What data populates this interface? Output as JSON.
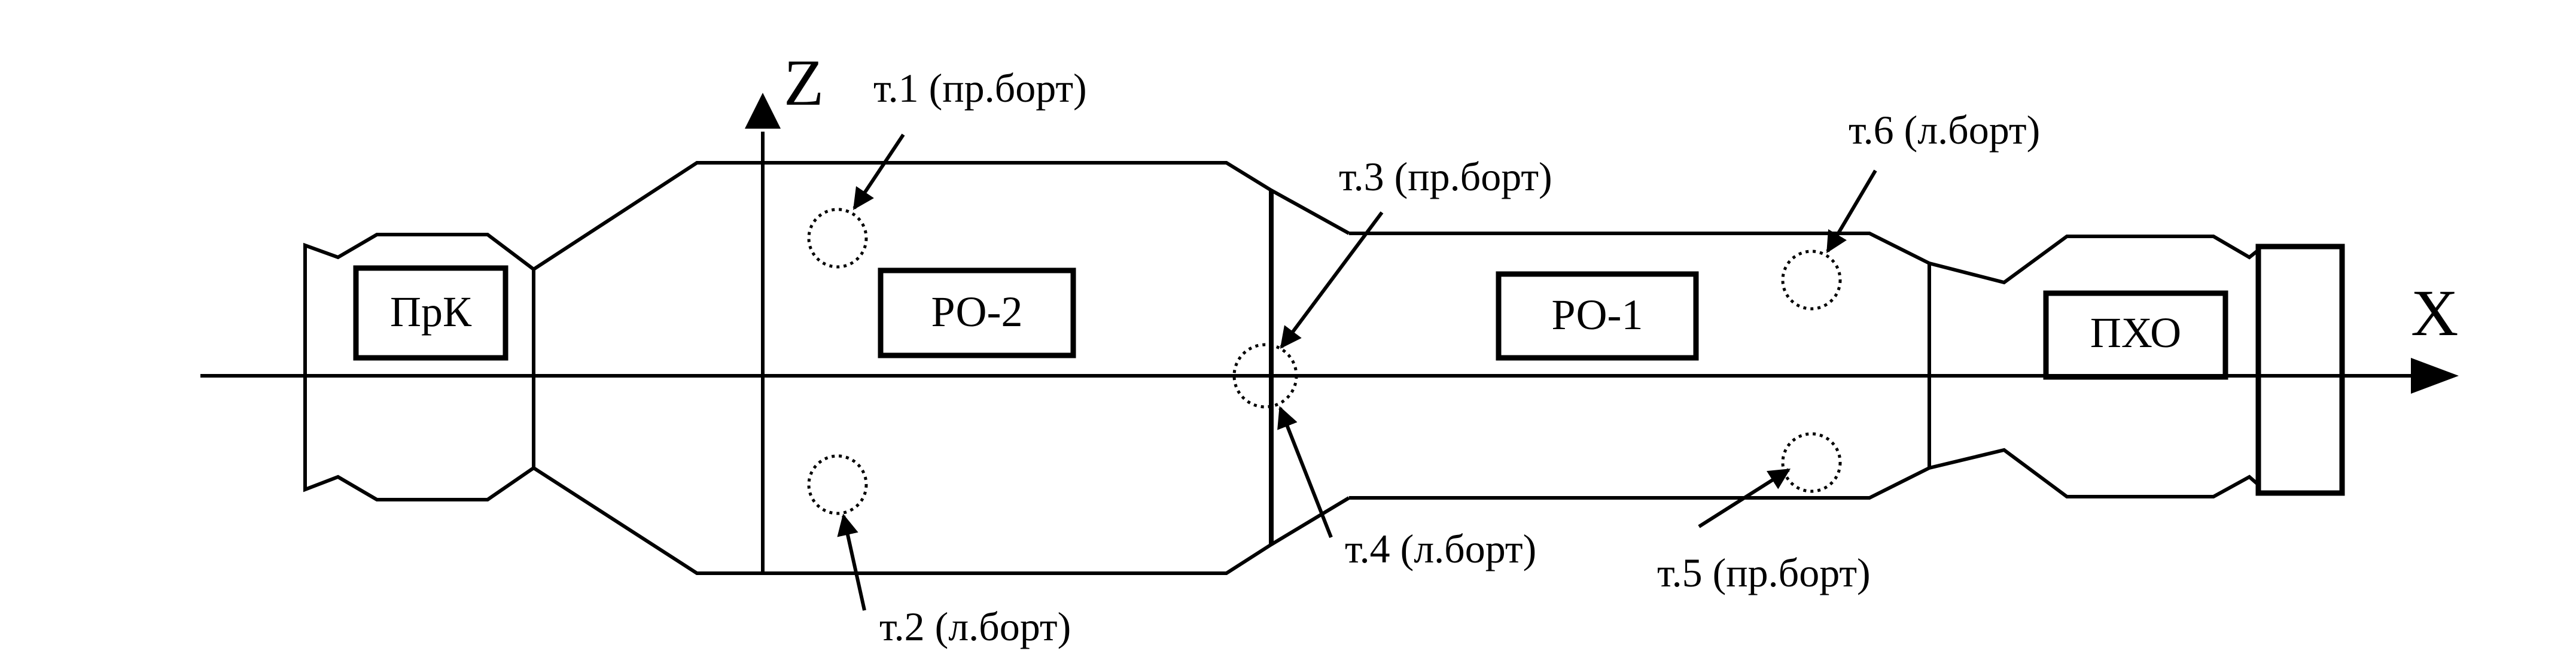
{
  "axes": {
    "x_label": "X",
    "z_label": "Z"
  },
  "compartments": {
    "prk": "ПрК",
    "ro2": "РО-2",
    "ro1": "РО-1",
    "pho": "ПХО"
  },
  "points": {
    "p1": "т.1 (пр.борт)",
    "p2": "т.2 (л.борт)",
    "p3": "т.3 (пр.борт)",
    "p4": "т.4 (л.борт)",
    "p5": "т.5 (пр.борт)",
    "p6": "т.6 (л.борт)"
  }
}
